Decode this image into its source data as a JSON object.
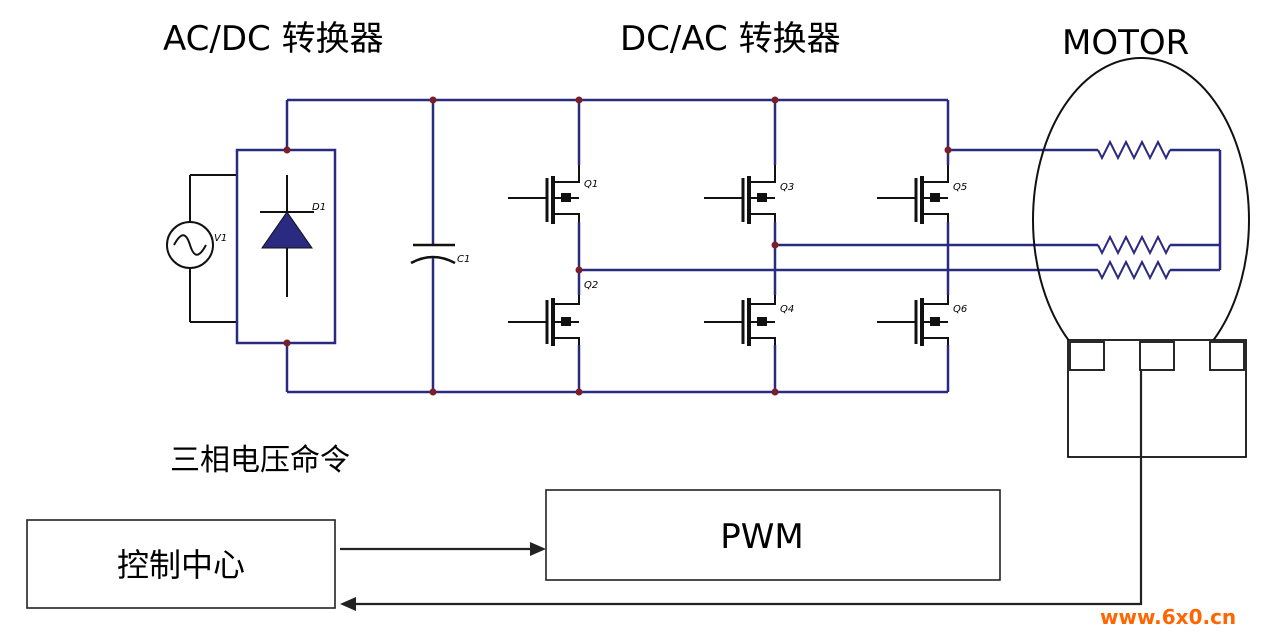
{
  "labels": {
    "acdc": "AC/DC 转换器",
    "dcac": "DC/AC 转换器",
    "motor": "MOTOR",
    "cmd": "三相电压命令",
    "control": "控制中心",
    "pwm": "PWM"
  },
  "components": {
    "source": "V1",
    "rectifier": "D1",
    "capacitor": "C1",
    "transistors": [
      "Q1",
      "Q2",
      "Q3",
      "Q4",
      "Q5",
      "Q6"
    ]
  },
  "watermark": "www.6x0.cn",
  "colors": {
    "wire": "#2a2a80",
    "junction": "#7a1f2a",
    "watermark_orange": "#ff6600",
    "watermark_red": "#e60012"
  }
}
